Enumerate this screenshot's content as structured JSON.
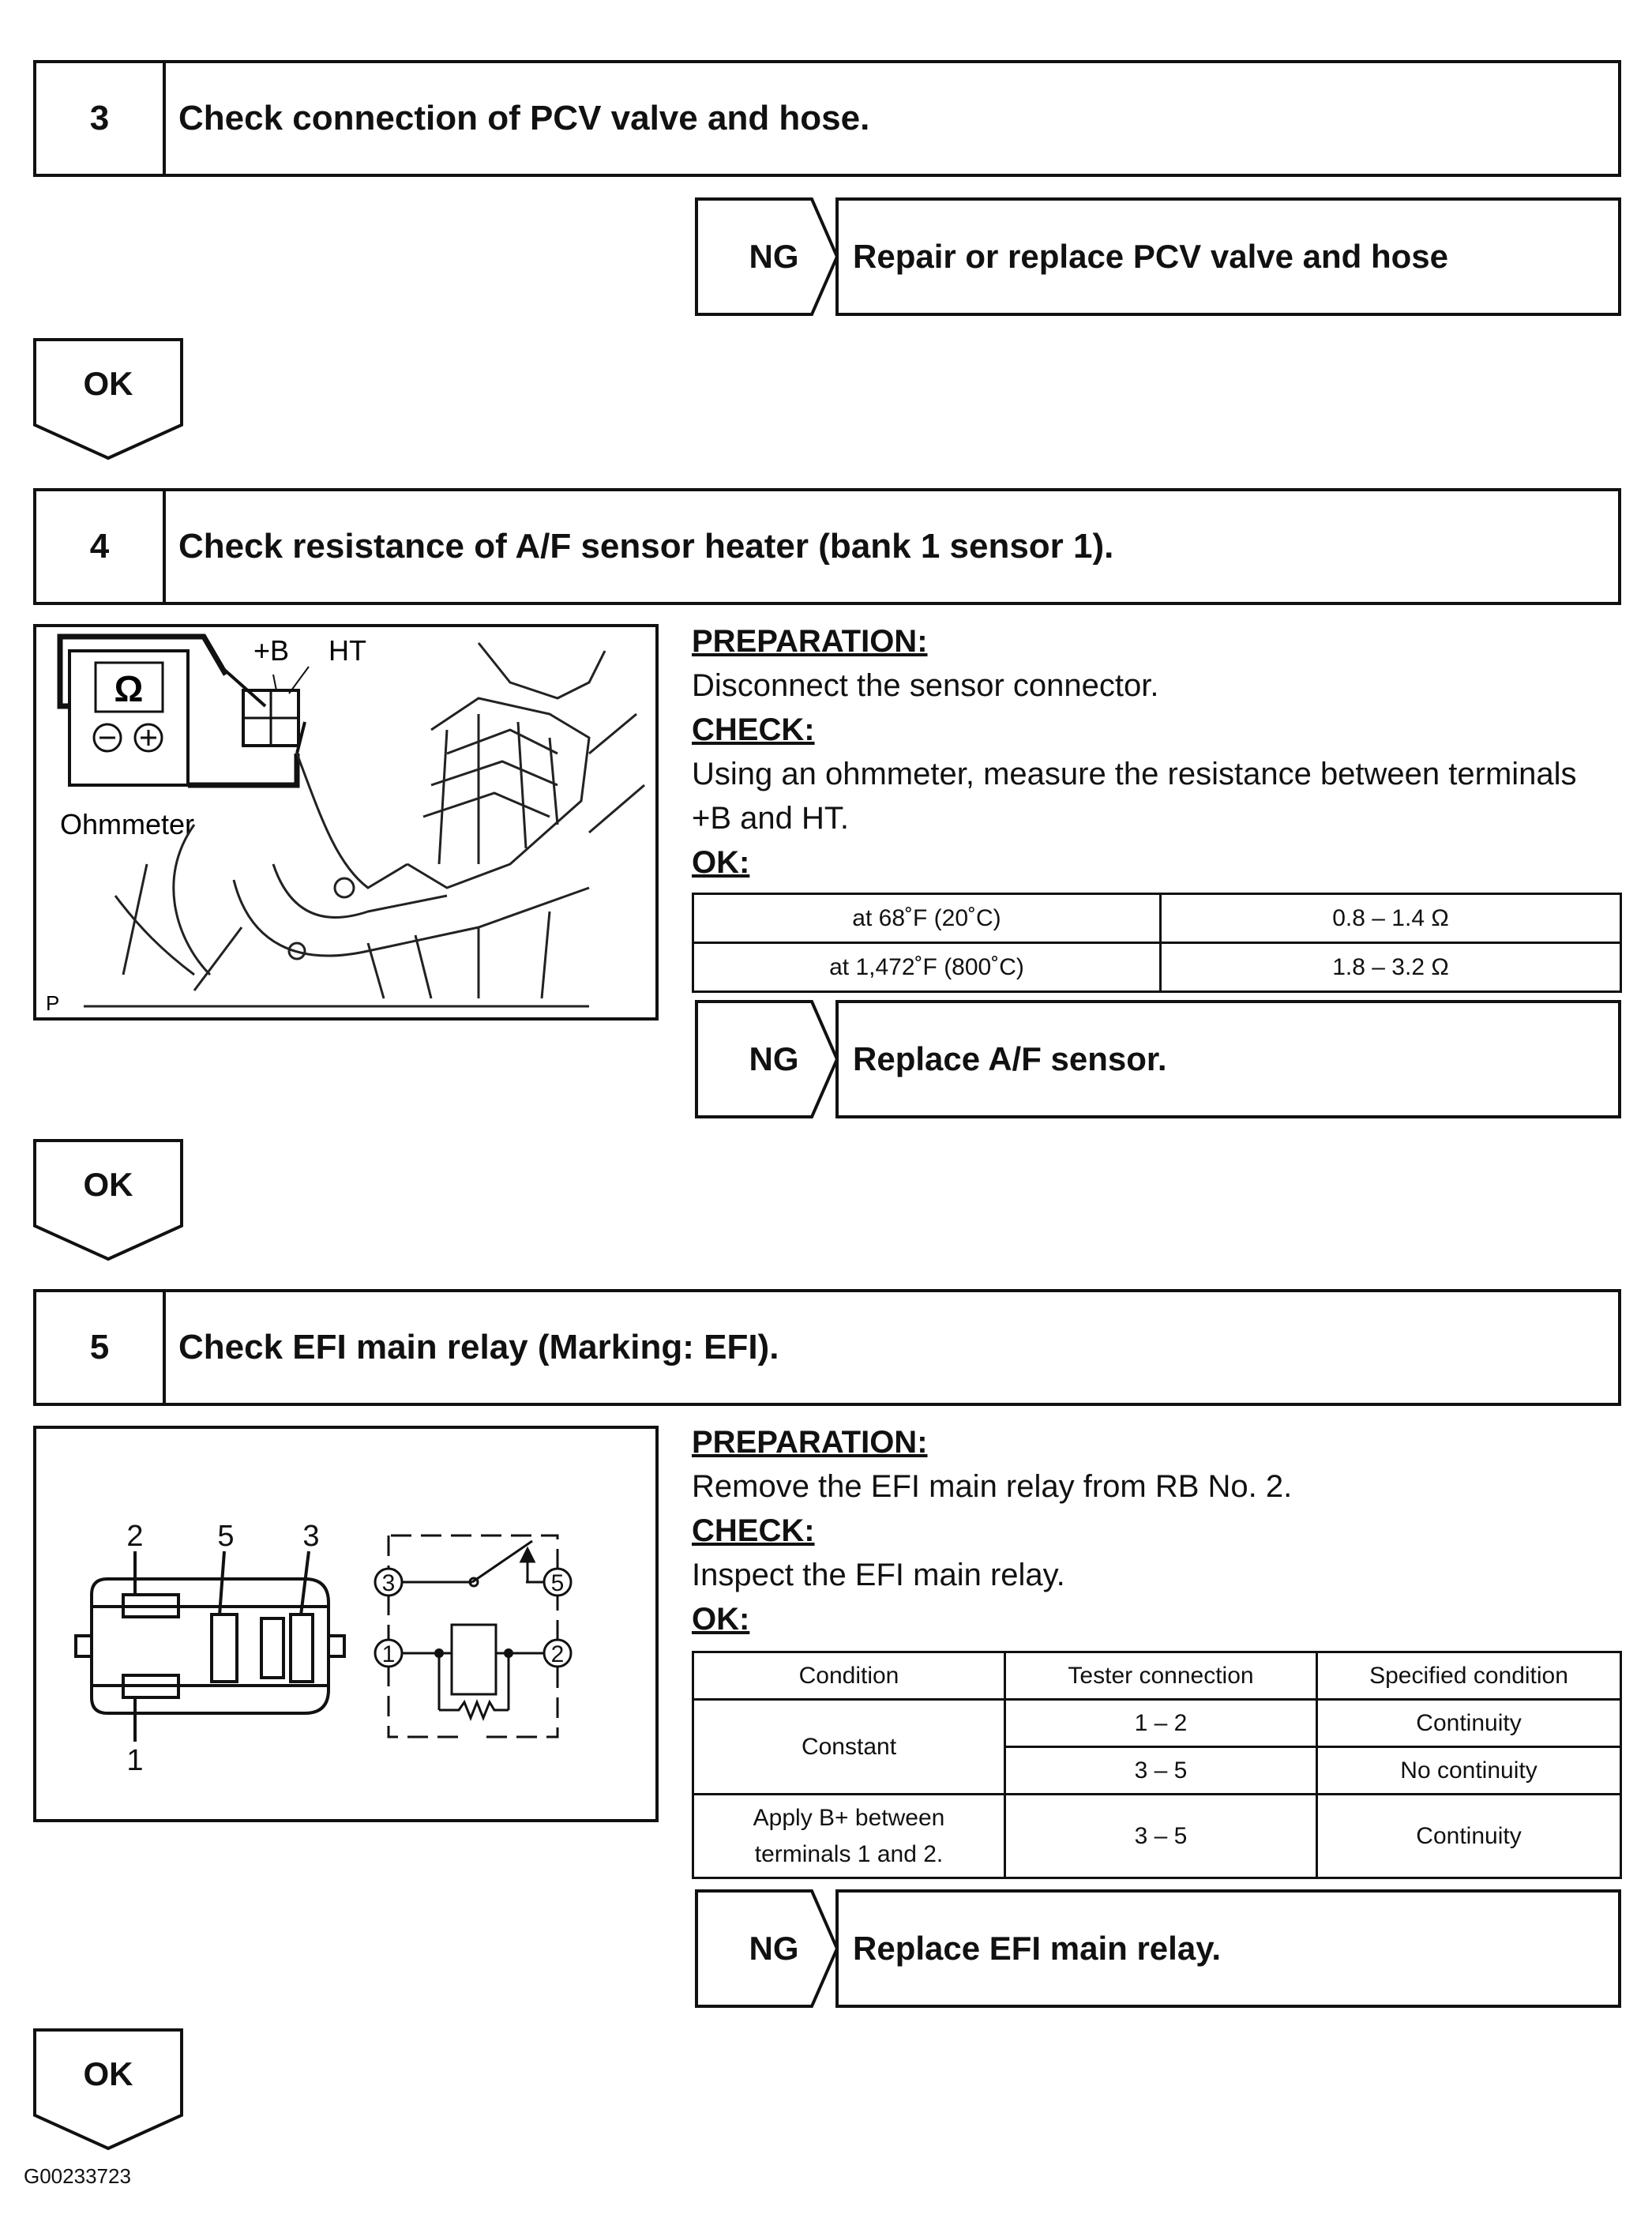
{
  "steps": [
    {
      "number": "3",
      "title": "Check connection of PCV valve and hose."
    },
    {
      "number": "4",
      "title": "Check resistance of A/F sensor heater (bank 1 sensor 1)."
    },
    {
      "number": "5",
      "title": "Check EFI main relay (Marking: EFI)."
    }
  ],
  "ng_actions": [
    {
      "label": "NG",
      "text": "Repair or replace PCV valve and hose"
    },
    {
      "label": "NG",
      "text": "Replace A/F sensor."
    },
    {
      "label": "NG",
      "text": "Replace EFI main relay."
    }
  ],
  "ok_label": "OK",
  "step4": {
    "figure": {
      "plus_b": "+B",
      "ht": "HT",
      "ohm_symbol": "Ω",
      "ohmmeter": "Ohmmeter",
      "corner_mark": "P"
    },
    "preparation_heading": "PREPARATION:",
    "preparation_text": "Disconnect the sensor connector.",
    "check_heading": "CHECK:",
    "check_text": "Using an ohmmeter, measure the resistance between terminals +B and HT.",
    "ok_heading": "OK:",
    "table": [
      {
        "condition": "at 68˚F (20˚C)",
        "value": "0.8 – 1.4 Ω"
      },
      {
        "condition": "at 1,472˚F (800˚C)",
        "value": "1.8 – 3.2 Ω"
      }
    ]
  },
  "step5": {
    "figure": {
      "pin_2": "2",
      "pin_5": "5",
      "pin_3": "3",
      "pin_1": "1",
      "term_3": "3",
      "term_5": "5",
      "term_1": "1",
      "term_2": "2"
    },
    "preparation_heading": "PREPARATION:",
    "preparation_text": "Remove the EFI main relay from RB No. 2.",
    "check_heading": "CHECK:",
    "check_text": "Inspect the EFI main relay.",
    "ok_heading": "OK:",
    "table": {
      "headers": [
        "Condition",
        "Tester connection",
        "Specified condition"
      ],
      "row1_condition": "Constant",
      "row1a_connection": "1 – 2",
      "row1a_result": "Continuity",
      "row1b_connection": "3 – 5",
      "row1b_result": "No continuity",
      "row2_condition_line1": "Apply B+ between",
      "row2_condition_line2": "terminals 1 and 2.",
      "row2_connection": "3 – 5",
      "row2_result": "Continuity"
    }
  },
  "document_code": "G00233723"
}
